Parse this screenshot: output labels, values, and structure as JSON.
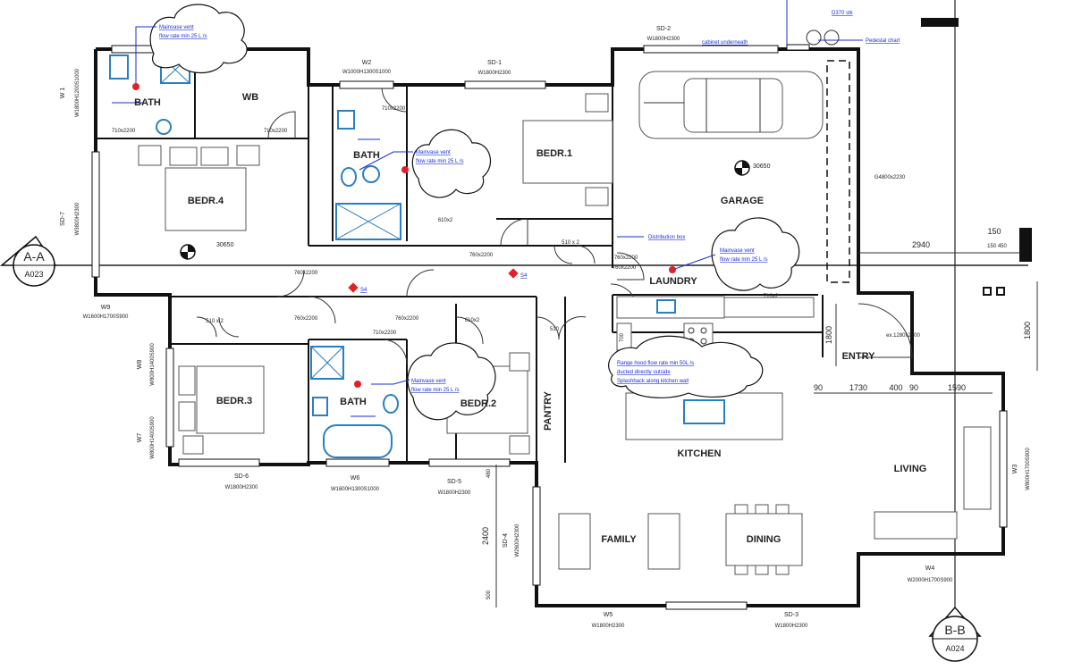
{
  "rooms": {
    "bath_top": "BATH",
    "wb": "WB",
    "bath_mid": "BATH",
    "bedr1": "BEDR.1",
    "bedr4": "BEDR.4",
    "garage": "GARAGE",
    "laundry": "LAUNDRY",
    "entry": "ENTRY",
    "bedr3": "BEDR.3",
    "bath_low": "BATH",
    "bedr2": "BEDR.2",
    "pantry": "PANTRY",
    "kitchen": "KITCHEN",
    "living": "LIVING",
    "family": "FAMILY",
    "dining": "DINING"
  },
  "labels": {
    "w1": "W 1",
    "w1_size": "W1800H1200S1000",
    "w2": "W2",
    "w2_size": "W1000H1300S1000",
    "sd1": "SD-1",
    "sd1_size": "W1800H2300",
    "sd2": "SD-2",
    "sd2_size": "W1800H2300",
    "sd7": "SD-7",
    "sd7_size": "W3800H2300",
    "w9": "W9",
    "w9_size": "W1600H1700S900",
    "w8": "W8",
    "w8_size": "W800H1400S900",
    "w7": "W7",
    "w7_size": "W800H1400S900",
    "sd6": "SD-6",
    "sd6_size": "W1800H2300",
    "w6": "W6",
    "w6_size": "W1600H1300S1000",
    "sd5": "SD-5",
    "sd5_size": "W1800H2300",
    "sd4": "SD-4",
    "sd4_size": "W2600H2300",
    "w5": "W5",
    "w5_size": "W1800H2300",
    "sd3": "SD-3",
    "sd3_size": "W1800H2300",
    "w4": "W4",
    "w4_size": "W2000H1700S900",
    "w3": "W3",
    "w3_size": "W800H1700S900",
    "garage_door": "G4800x2230",
    "entry_door": "ex.1280x2300",
    "d710_a": "710x2200",
    "d710_b": "710x2200",
    "d710_c": "710x2200",
    "d710_d": "710x2200",
    "d760_a": "760x2200",
    "d760_b": "760x2200",
    "d760_c": "760x2200",
    "d760_d": "760x2200",
    "d760_e": "760x2200",
    "d760_f": "760x2200",
    "d610_a": "610x2",
    "d610_b": "610x2",
    "d510_a": "510 x 2",
    "d510_b": "510 x 2",
    "d510_c": "510",
    "d710_lnd": "710x2",
    "d700": "700",
    "elev_a": "30650",
    "elev_b": "30650",
    "s4_a": "S4",
    "s4_b": "S4"
  },
  "dims": {
    "d150": "150",
    "d150_450": "150 450",
    "d2940": "2940",
    "d1800a": "1800",
    "d1800b": "1800",
    "d90a": "90",
    "d1730": "1730",
    "d400": "400",
    "d90b": "90",
    "d1590": "1590",
    "d480": "480",
    "d2400": "2400",
    "d500": "500"
  },
  "notes": {
    "vent_top_1": "Mainvase vent",
    "vent_top_2": "flow rate min 25 L /s",
    "vent_mid_1": "Mainvase vent",
    "vent_mid_2": "flow rate min 25 L /s",
    "vent_low_1": "Mainvase vent",
    "vent_low_2": "flow rate min 25 L /s",
    "vent_lnd_1": "Mainvase vent",
    "vent_lnd_2": "flow rate min 25 L /s",
    "dist_box": "Distribution box",
    "range_1": "Range hood flow rate min 50L /s",
    "range_2": "ducted directly outside",
    "range_3": "Splashback along kitchen wall",
    "cyl": "D370 stk",
    "underneath": "cabinet underneath",
    "pedestal": "Pedestal chart"
  },
  "sections": {
    "aa_title": "A-A",
    "aa_ref": "A023",
    "bb_title": "B-B",
    "bb_ref": "A024"
  },
  "colors": {
    "note_blue": "#1a2fd6",
    "fixture_blue": "#2a7fc0",
    "marker_red": "#e0202a",
    "wall": "#111111"
  }
}
